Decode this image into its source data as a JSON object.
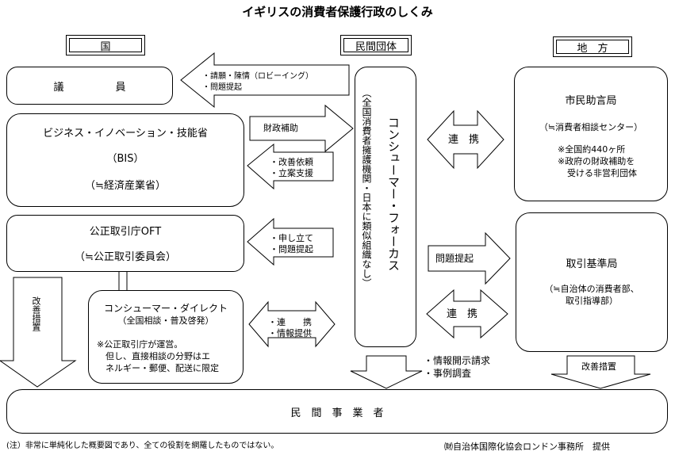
{
  "title": "イギリスの消費者保護行政のしくみ",
  "headers": {
    "national": "国",
    "private": "民間団体",
    "local": "地　方"
  },
  "boxes": {
    "parliament": "議　　　　　員",
    "bis_line1": "ビジネス・イノベーション・技能省",
    "bis_line2": "（BIS）",
    "bis_line3": "（≒経済産業省）",
    "oft_line1": "公正取引庁OFT",
    "oft_line2": "（≒公正取引委員会）",
    "cd_line1": "コンシューマー・ダイレクト",
    "cd_line2": "（全国相談・普及啓発）",
    "cd_line3": "※公正取引庁が運営。",
    "cd_line4": "　但し、直接相談の分野はエ",
    "cd_line5": "　ネルギー・郵便、配送に限定",
    "focus_title": "コンシューマー・フォーカス",
    "focus_sub": "（全国消費者擁護機関・日本に類似組織なし）",
    "cab_line1": "市民助言局",
    "cab_line2": "（≒消費者相談センター）",
    "cab_line3": "※全国約440ヶ所",
    "cab_line4": "※政府の財政補助を",
    "cab_line5": "受ける非営利団体",
    "ts_line1": "取引基準局",
    "ts_line2": "（≒自治体の消費者部、",
    "ts_line3": "取引指導部）",
    "business": "民　間　事　業　者"
  },
  "arrows": {
    "petition_line1": "・請願・陳情（ロビーイング）",
    "petition_line2": "・問題提起",
    "funding": "財政補助",
    "request_line1": "・改善依頼",
    "request_line2": "・立案支援",
    "complaint_line1": "・申し立て",
    "complaint_line2": "・問題提起",
    "cooperate_line1": "・連　　携",
    "cooperate_line2": "・情報提供",
    "link_upper": "連　携",
    "link_lower": "連　携",
    "issue_raise": "問題提起",
    "improve_left": "改善措置",
    "improve_right": "改善措置",
    "disclosure_line1": "・情報開示請求",
    "disclosure_line2": "・事例調査"
  },
  "footer": {
    "note": "(注）非常に単純化した概要図であり、全ての役割を網羅したものではない。",
    "credit": "㈶自治体国際化協会ロンドン事務所　提供"
  }
}
